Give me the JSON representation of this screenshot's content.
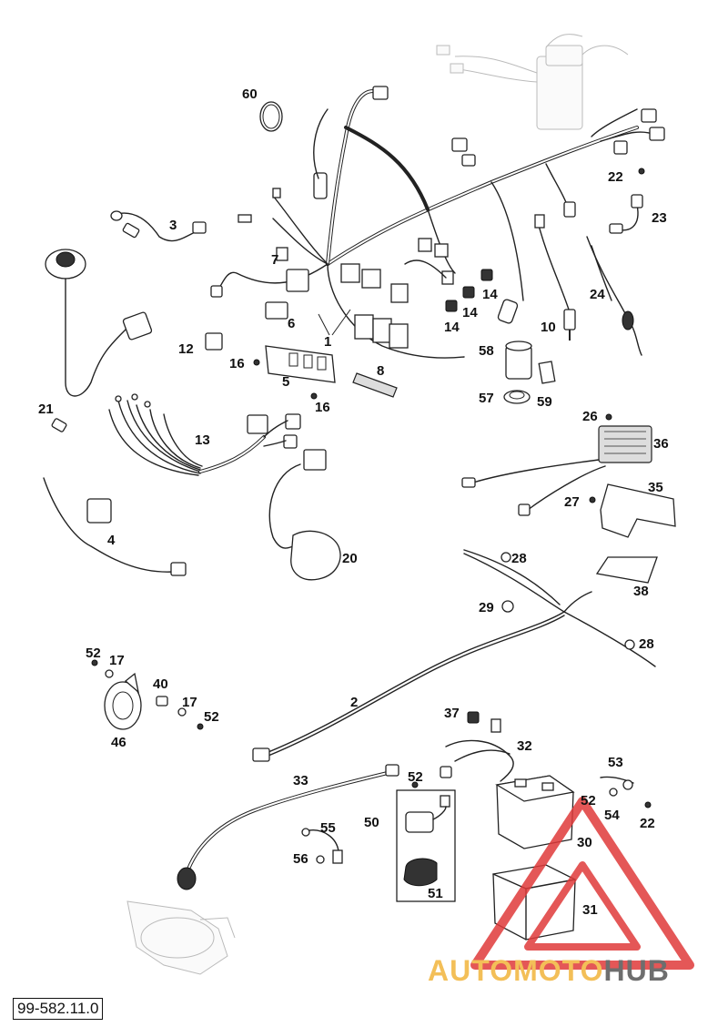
{
  "drawing_number": "99-582.11.0",
  "watermark": {
    "part1": "AUTOMOTO",
    "part2": "HUB",
    "color_red": "#e03a3a",
    "color_gold": "#f2b43c",
    "color_dark": "#555555"
  },
  "labels": {
    "l1": "1",
    "l2": "2",
    "l3": "3",
    "l4": "4",
    "l5": "5",
    "l6": "6",
    "l7": "7",
    "l8": "8",
    "l10": "10",
    "l12": "12",
    "l13": "13",
    "l14a": "14",
    "l14b": "14",
    "l14c": "14",
    "l16a": "16",
    "l16b": "16",
    "l17a": "17",
    "l17b": "17",
    "l20": "20",
    "l21": "21",
    "l22a": "22",
    "l22b": "22",
    "l23": "23",
    "l24": "24",
    "l26": "26",
    "l27": "27",
    "l28a": "28",
    "l28b": "28",
    "l29": "29",
    "l30": "30",
    "l31": "31",
    "l32": "32",
    "l33": "33",
    "l35": "35",
    "l36": "36",
    "l37": "37",
    "l38": "38",
    "l40": "40",
    "l46": "46",
    "l50": "50",
    "l51": "51",
    "l52a": "52",
    "l52b": "52",
    "l52c": "52",
    "l52d": "52",
    "l53": "53",
    "l54": "54",
    "l55": "55",
    "l56": "56",
    "l57": "57",
    "l58": "58",
    "l59": "59",
    "l60": "60"
  }
}
